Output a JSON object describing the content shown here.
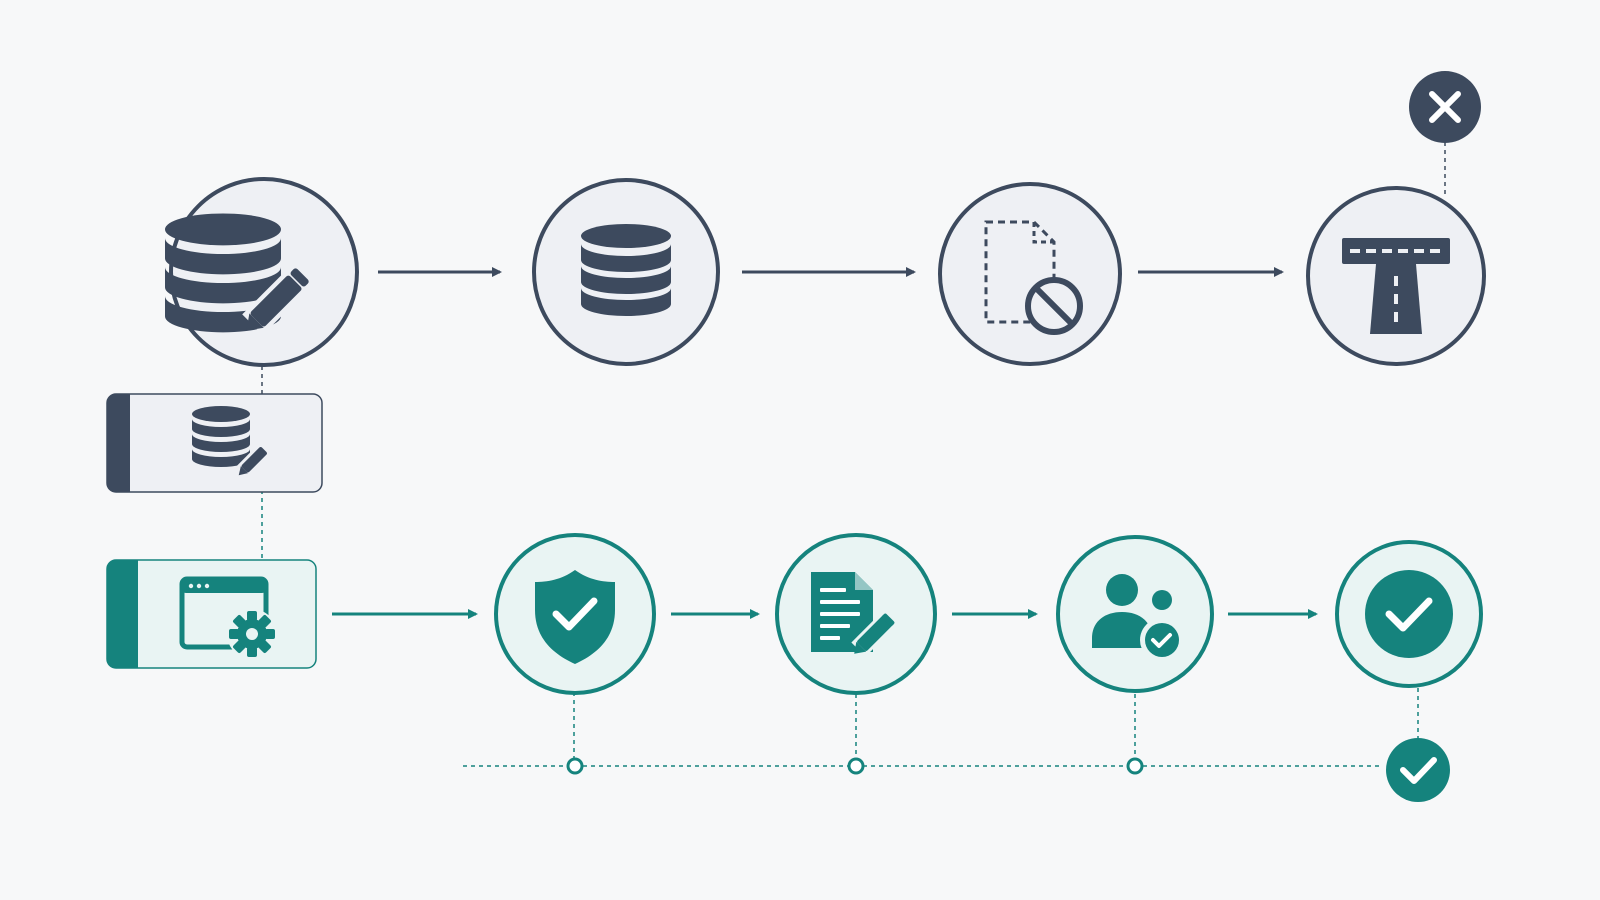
{
  "colors": {
    "background": "#f7f8f9",
    "navy": "#3d4a5e",
    "navy_fill": "#eef0f4",
    "teal": "#15837d",
    "teal_fill": "#e9f4f3",
    "white": "#ffffff"
  },
  "top_flow": {
    "nodes": [
      {
        "id": "edit-database",
        "icon": "database-edit-icon",
        "style": "navy"
      },
      {
        "id": "database",
        "icon": "database-icon",
        "style": "navy"
      },
      {
        "id": "blocked-file",
        "icon": "file-blocked-icon",
        "style": "navy"
      },
      {
        "id": "road",
        "icon": "road-icon",
        "style": "navy"
      }
    ],
    "terminal_badge": {
      "icon": "close-icon",
      "style": "navy"
    }
  },
  "side_cards": [
    {
      "id": "database-edit-card",
      "icon": "database-edit-icon",
      "style": "navy"
    },
    {
      "id": "app-settings-card",
      "icon": "app-window-settings-icon",
      "style": "teal"
    }
  ],
  "bottom_flow": {
    "nodes": [
      {
        "id": "security-check",
        "icon": "shield-check-icon",
        "style": "teal"
      },
      {
        "id": "document-edit",
        "icon": "document-edit-icon",
        "style": "teal"
      },
      {
        "id": "user-approval",
        "icon": "users-check-icon",
        "style": "teal"
      },
      {
        "id": "complete",
        "icon": "check-circle-icon",
        "style": "teal"
      }
    ],
    "timeline_markers": 3,
    "terminal_badge": {
      "icon": "check-icon",
      "style": "teal"
    }
  }
}
